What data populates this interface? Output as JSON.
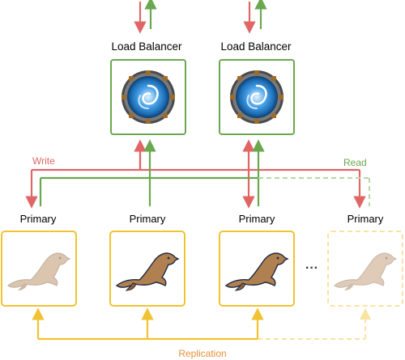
{
  "load_balancers": [
    {
      "label": "Load Balancer"
    },
    {
      "label": "Load Balancer"
    }
  ],
  "primaries": [
    {
      "label": "Primary",
      "faded": true
    },
    {
      "label": "Primary",
      "faded": false
    },
    {
      "label": "Primary",
      "faded": false
    },
    {
      "label": "Primary",
      "faded": true,
      "dashed": true
    }
  ],
  "ellipsis": "···",
  "labels": {
    "write": "Write",
    "read": "Read",
    "replication": "Replication"
  },
  "colors": {
    "write": "#e06666",
    "read": "#6aa84f",
    "replication": "#f1c232",
    "lb_border": "#6aa84f",
    "primary_border": "#f1c232"
  }
}
